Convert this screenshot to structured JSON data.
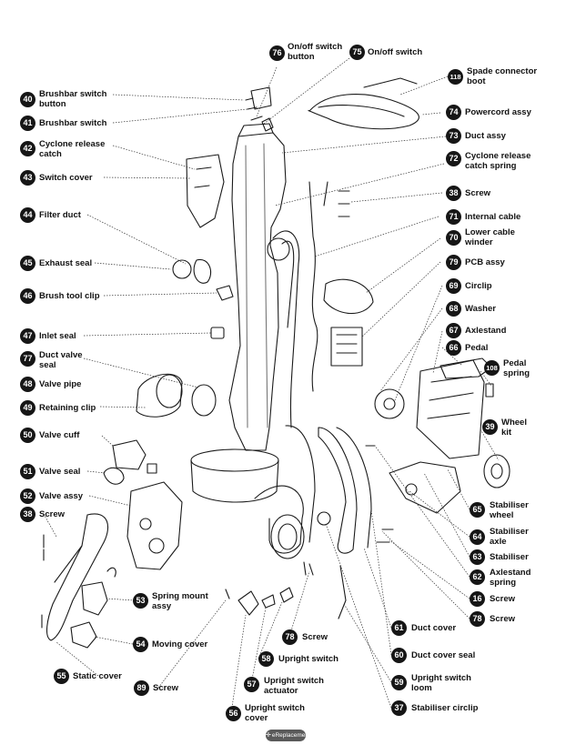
{
  "labels": {
    "p40": {
      "num": "40",
      "text": "Brushbar switch\nbutton"
    },
    "p41": {
      "num": "41",
      "text": "Brushbar switch"
    },
    "p42": {
      "num": "42",
      "text": "Cyclone release\ncatch"
    },
    "p43": {
      "num": "43",
      "text": "Switch cover"
    },
    "p44": {
      "num": "44",
      "text": "Filter duct"
    },
    "p45": {
      "num": "45",
      "text": "Exhaust seal"
    },
    "p46": {
      "num": "46",
      "text": "Brush tool clip"
    },
    "p47": {
      "num": "47",
      "text": "Inlet seal"
    },
    "p77": {
      "num": "77",
      "text": "Duct valve\nseal"
    },
    "p48": {
      "num": "48",
      "text": "Valve pipe"
    },
    "p49": {
      "num": "49",
      "text": "Retaining clip"
    },
    "p50": {
      "num": "50",
      "text": "Valve cuff"
    },
    "p51": {
      "num": "51",
      "text": "Valve seal"
    },
    "p52": {
      "num": "52",
      "text": "Valve assy"
    },
    "p38a": {
      "num": "38",
      "text": "Screw"
    },
    "p53": {
      "num": "53",
      "text": "Spring mount\nassy"
    },
    "p54": {
      "num": "54",
      "text": "Moving cover"
    },
    "p55": {
      "num": "55",
      "text": "Static cover"
    },
    "p89": {
      "num": "89",
      "text": "Screw"
    },
    "p76": {
      "num": "76",
      "text": "On/off switch\nbutton"
    },
    "p75": {
      "num": "75",
      "text": "On/off switch"
    },
    "p118": {
      "num": "118",
      "text": "Spade connector\nboot"
    },
    "p74": {
      "num": "74",
      "text": "Powercord assy"
    },
    "p73": {
      "num": "73",
      "text": "Duct assy"
    },
    "p72": {
      "num": "72",
      "text": "Cyclone release\ncatch spring"
    },
    "p38b": {
      "num": "38",
      "text": "Screw"
    },
    "p71": {
      "num": "71",
      "text": "Internal cable"
    },
    "p70": {
      "num": "70",
      "text": "Lower cable\nwinder"
    },
    "p79": {
      "num": "79",
      "text": "PCB assy"
    },
    "p69": {
      "num": "69",
      "text": "Circlip"
    },
    "p68": {
      "num": "68",
      "text": "Washer"
    },
    "p67": {
      "num": "67",
      "text": "Axlestand"
    },
    "p66": {
      "num": "66",
      "text": "Pedal"
    },
    "p108": {
      "num": "108",
      "text": "Pedal\nspring"
    },
    "p39": {
      "num": "39",
      "text": "Wheel\nkit"
    },
    "p65": {
      "num": "65",
      "text": "Stabiliser\nwheel"
    },
    "p64": {
      "num": "64",
      "text": "Stabiliser\naxle"
    },
    "p63": {
      "num": "63",
      "text": "Stabiliser"
    },
    "p62": {
      "num": "62",
      "text": "Axlestand\nspring"
    },
    "p16": {
      "num": "16",
      "text": "Screw"
    },
    "p78a": {
      "num": "78",
      "text": "Screw"
    },
    "p61": {
      "num": "61",
      "text": "Duct cover"
    },
    "p60": {
      "num": "60",
      "text": "Duct cover seal"
    },
    "p59": {
      "num": "59",
      "text": "Upright switch\nloom"
    },
    "p37": {
      "num": "37",
      "text": "Stabiliser circlip"
    },
    "p78b": {
      "num": "78",
      "text": "Screw"
    },
    "p58": {
      "num": "58",
      "text": "Upright switch"
    },
    "p57": {
      "num": "57",
      "text": "Upright switch\nactuator"
    },
    "p56": {
      "num": "56",
      "text": "Upright switch\ncover"
    }
  },
  "watermark": {
    "text": "eReplacementParts"
  }
}
